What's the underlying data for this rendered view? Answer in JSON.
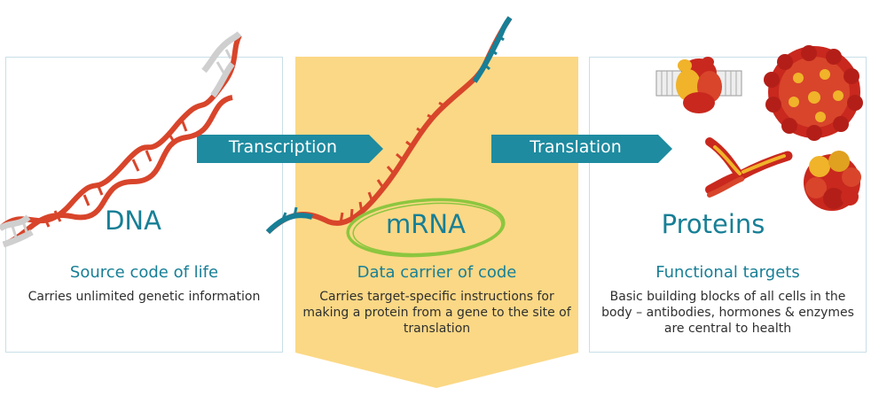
{
  "colors": {
    "teal": "#177f96",
    "arrow": "#1e8ba0",
    "yellow_panel": "#fbd885",
    "dna_red": "#d8452b",
    "dna_grey": "#cfcfcf",
    "highlight_green": "#8cc63f",
    "panel_border": "#c8dfe9",
    "protein_red": "#c9281e",
    "protein_yellow": "#f0b32a"
  },
  "icons": {
    "dna": "double-helix-icon",
    "mrna": "single-strand-rna-icon",
    "proteins": "protein-structures-icon"
  },
  "arrows": {
    "transcription": "Transcription",
    "translation": "Translation"
  },
  "dna": {
    "title": "DNA",
    "subtitle": "Source code of life",
    "description": "Carries unlimited genetic information"
  },
  "mrna": {
    "title": "mRNA",
    "subtitle": "Data carrier of code",
    "description": "Carries target-specific instructions for making a protein from a gene to the site of translation"
  },
  "proteins": {
    "title": "Proteins",
    "subtitle": "Functional targets",
    "description": "Basic building blocks of all cells in the body – antibodies, hormones & enzymes are central to health"
  }
}
